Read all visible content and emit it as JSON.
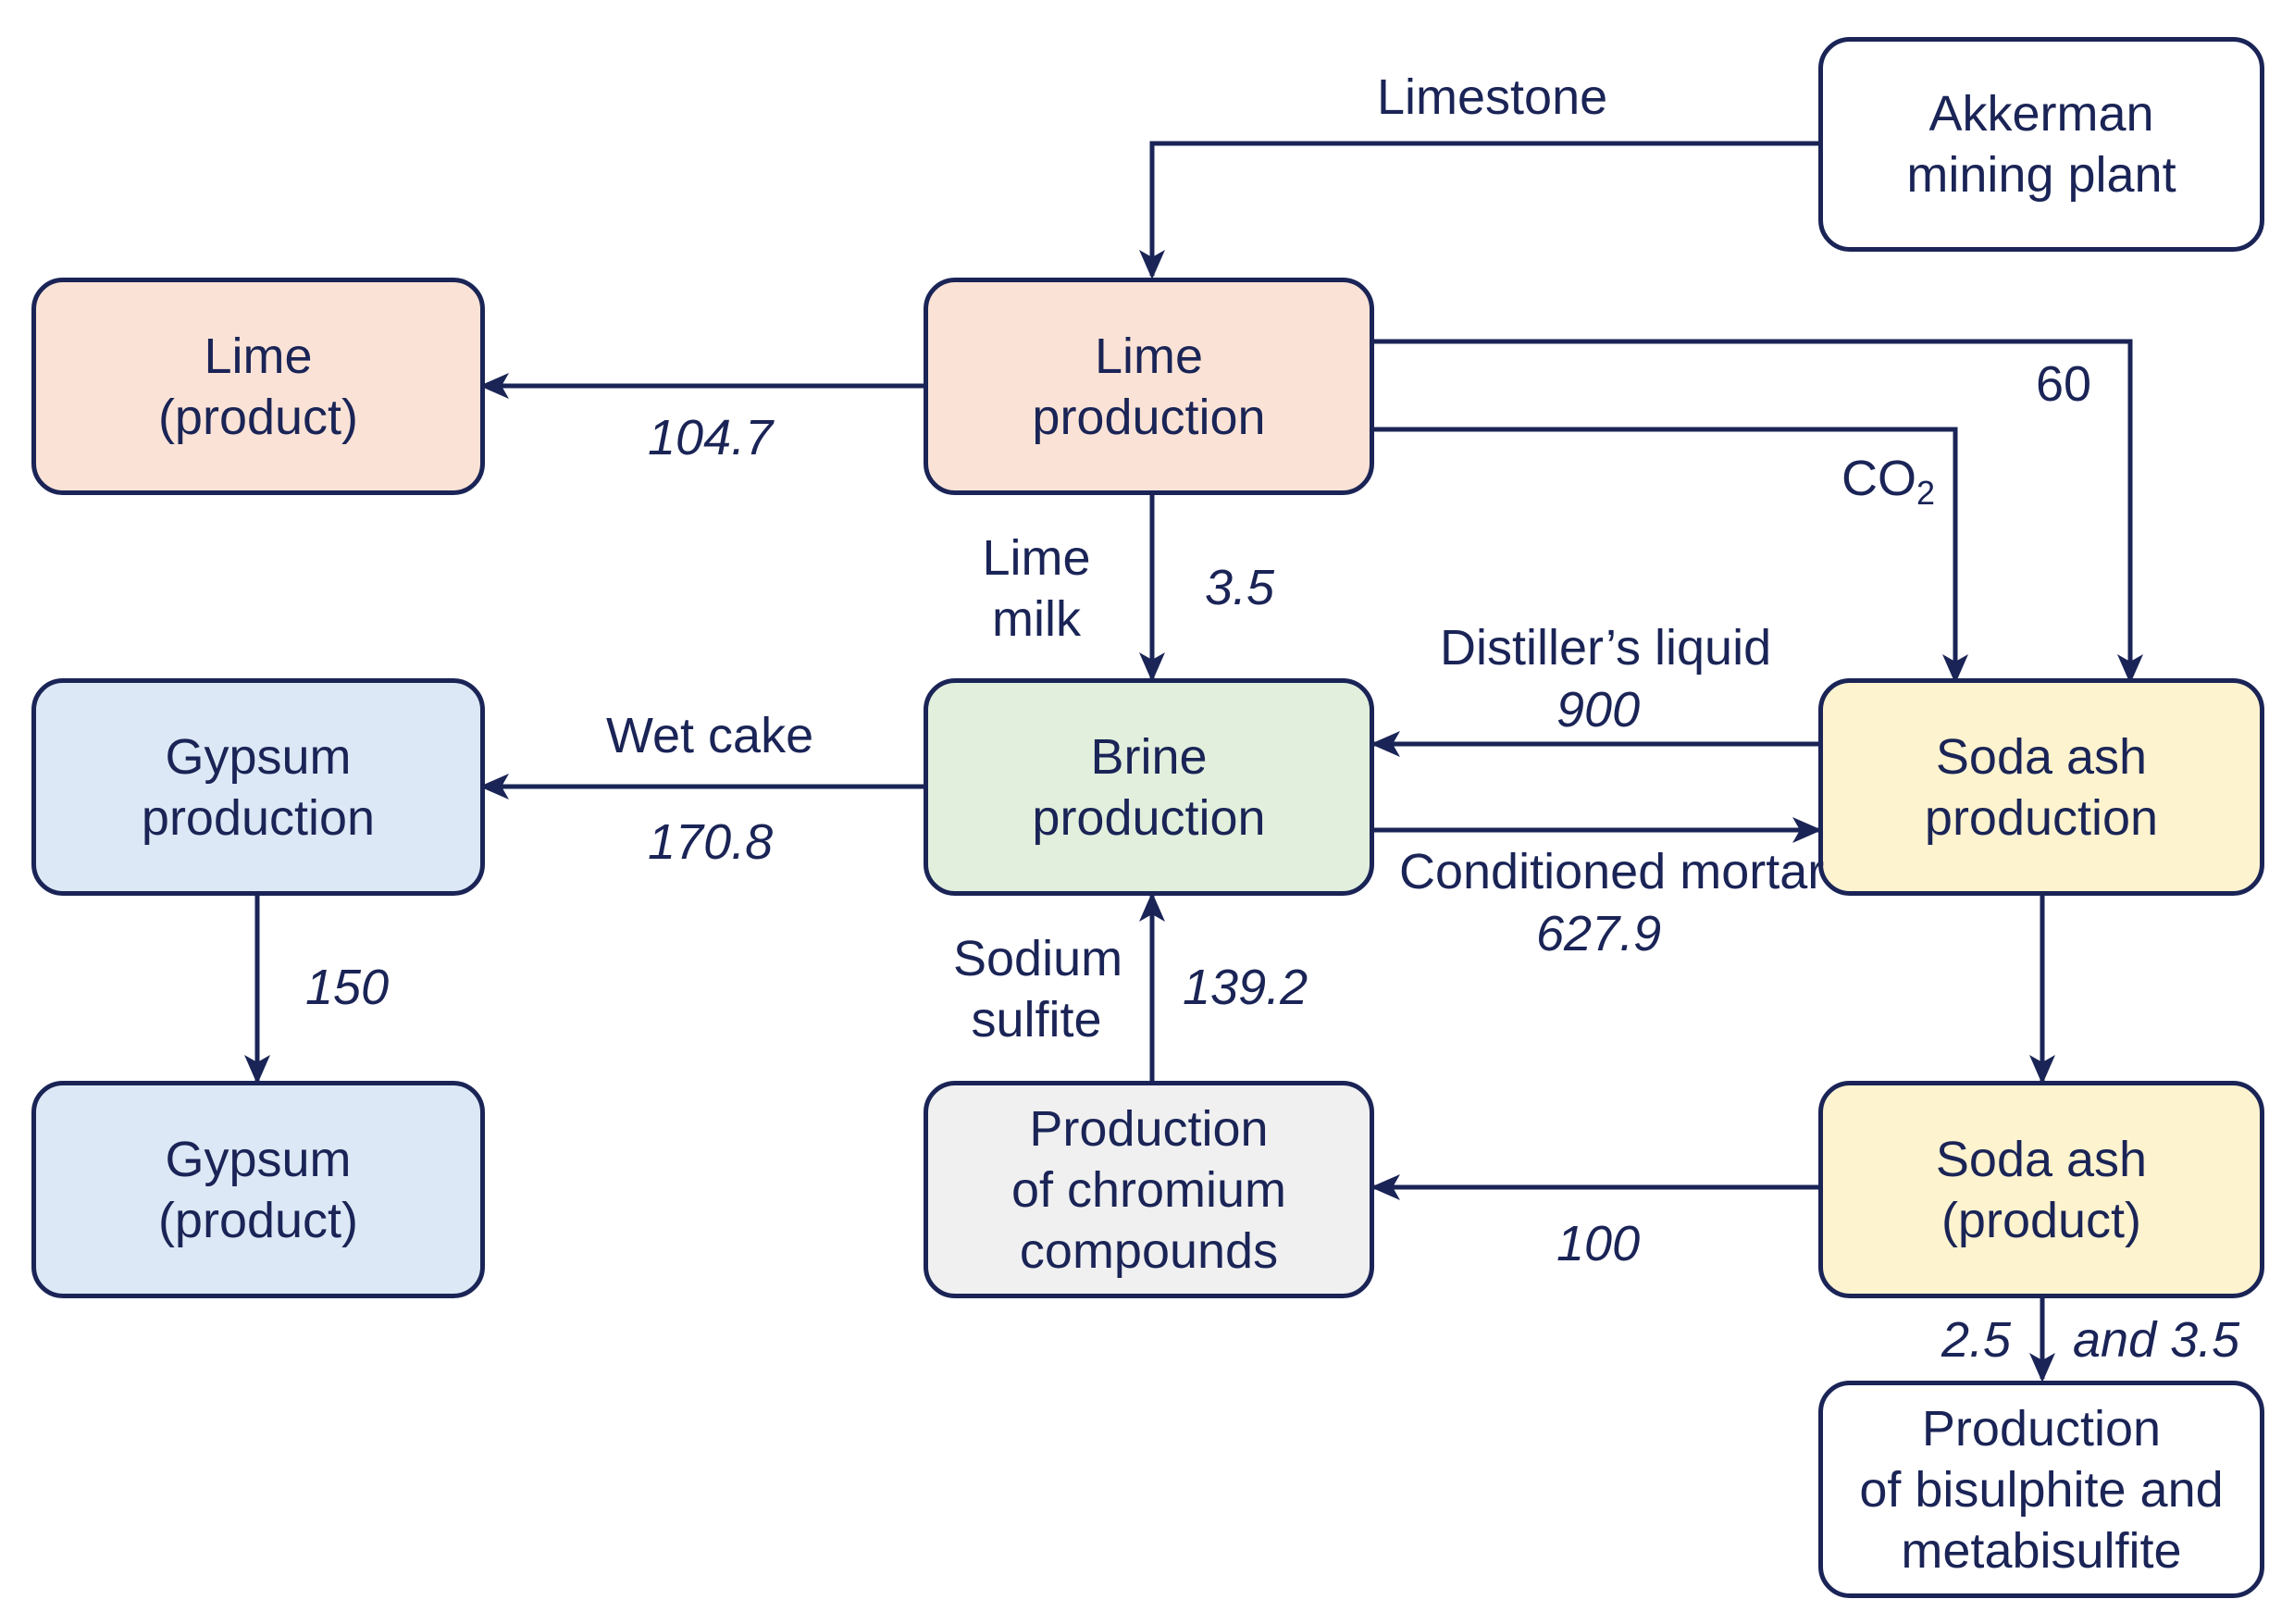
{
  "nodes": {
    "akkerman": [
      "Akkerman",
      "mining plant"
    ],
    "lime_production": [
      "Lime",
      "production"
    ],
    "lime_product": [
      "Lime",
      "(product)"
    ],
    "gypsum_production": [
      "Gypsum",
      "production"
    ],
    "brine_production": [
      "Brine",
      "production"
    ],
    "soda_ash_production": [
      "Soda ash",
      "production"
    ],
    "gypsum_product": [
      "Gypsum",
      "(product)"
    ],
    "chromium": [
      "Production",
      "of chromium",
      "compounds"
    ],
    "soda_ash_product": [
      "Soda ash",
      "(product)"
    ],
    "bisulphite": [
      "Production",
      "of bisulphite and",
      "metabisulfite"
    ]
  },
  "flows": {
    "limestone": "Limestone",
    "lime_product_value": "104.7",
    "sixty": "60",
    "co2_main": "CO",
    "co2_sub": "2",
    "lime_milk": [
      "Lime",
      "milk"
    ],
    "lime_milk_value": "3.5",
    "distillers_liquid": "Distiller’s liquid",
    "distillers_liquid_value": "900",
    "wet_cake": "Wet cake",
    "wet_cake_value": "170.8",
    "conditioned_mortar": "Conditioned mortar",
    "conditioned_mortar_value": "627.9",
    "gypsum_value": "150",
    "sodium_sulfite": [
      "Sodium",
      "sulfite"
    ],
    "sodium_sulfite_value": "139.2",
    "chromium_value": "100",
    "bisulphite_value_a": "2.5",
    "bisulphite_value_b": "and 3.5"
  },
  "colors": {
    "stroke": "#1a2456",
    "orange": "#fae3d6",
    "blue": "#dce8f5",
    "green": "#e1efdc",
    "yellow": "#fdf3cf",
    "gray": "#f0f0f0",
    "white": "#ffffff"
  }
}
